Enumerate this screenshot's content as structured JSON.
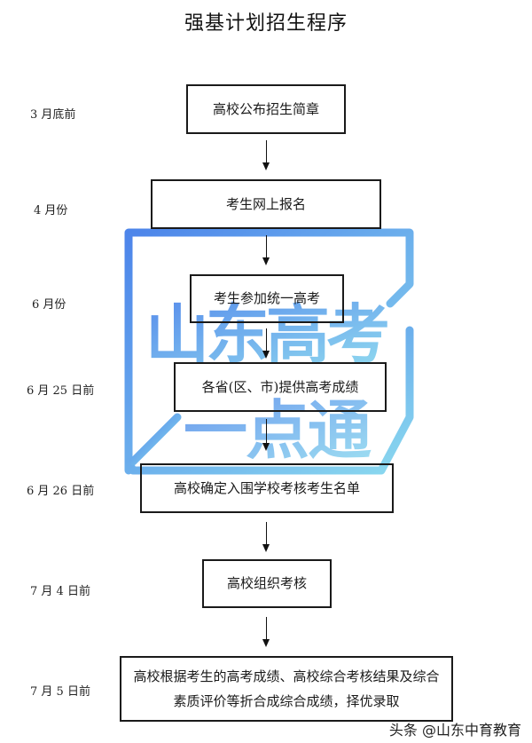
{
  "title": "强基计划招生程序",
  "steps": [
    {
      "date": "3 月底前",
      "label": "高校公布招生简章"
    },
    {
      "date": "4 月份",
      "label": "考生网上报名"
    },
    {
      "date": "6 月份",
      "label": "考生参加统一高考"
    },
    {
      "date": "6 月 25 日前",
      "label": "各省(区、市)提供高考成绩"
    },
    {
      "date": "6 月 26 日前",
      "label": "高校确定入围学校考核考生名单"
    },
    {
      "date": "7 月 4 日前",
      "label": "高校组织考核"
    },
    {
      "date": "7 月 5 日前",
      "label_line1": "高校根据考生的高考成绩、高校综合考核结果及综合",
      "label_line2": "素质评价等折合成综合成绩，择优录取"
    }
  ],
  "watermark": {
    "line1": "山东高考",
    "line2": "一点通",
    "color_start": "#3d7fe6",
    "color_end": "#6fd0f0"
  },
  "credit": "头条 @山东中育教育"
}
